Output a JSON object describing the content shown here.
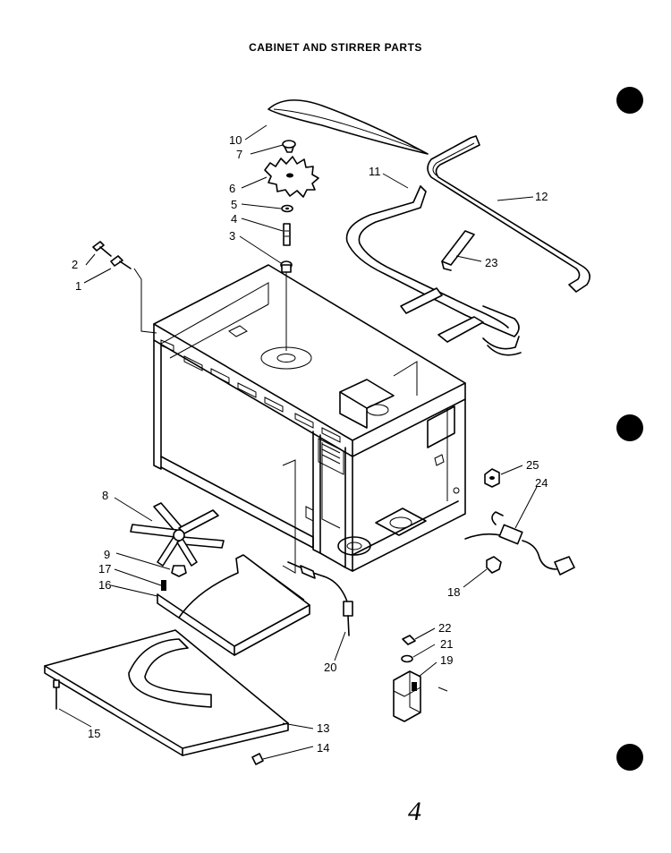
{
  "title": "CABINET AND STIRRER PARTS",
  "page_number": "4",
  "callouts": {
    "c1": "1",
    "c2": "2",
    "c3": "3",
    "c4": "4",
    "c5": "5",
    "c6": "6",
    "c7": "7",
    "c8": "8",
    "c9": "9",
    "c10": "10",
    "c11": "11",
    "c12": "12",
    "c13": "13",
    "c14": "14",
    "c15": "15",
    "c16": "16",
    "c17": "17",
    "c18": "18",
    "c19": "19",
    "c20": "20",
    "c21": "21",
    "c22": "22",
    "c23": "23",
    "c24": "24",
    "c25": "25"
  }
}
